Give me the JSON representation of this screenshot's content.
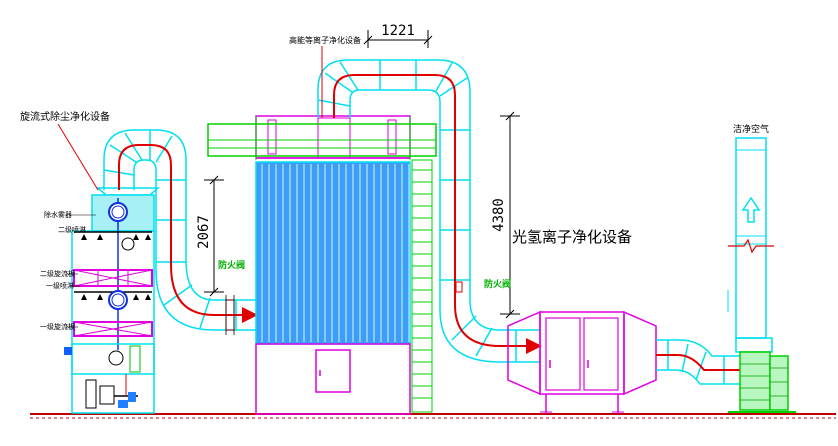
{
  "labels": {
    "cyclone_dust_equipment": "旋流式除尘净化设备",
    "high_energy_ion_equipment": "高能等离子净化设备",
    "photo_hydrogen_ion_equipment": "光氢离子净化设备",
    "clean_air": "洁净空气",
    "demister": "除水雾器",
    "second_spray": "二级喷淋",
    "second_swirl_plate": "二级旋流板",
    "first_spray": "一级喷淋",
    "first_swirl_plate": "一级旋流板",
    "fire_damper_left": "防火阀",
    "fire_damper_right": "防火阀"
  },
  "dimensions": {
    "top_width": "1221",
    "left_height": "2067",
    "right_height": "4380"
  },
  "colors": {
    "duct": "#00e0f0",
    "centerline": "#e00000",
    "structure": "#e000e0",
    "frame": "#00d000",
    "packing": "#40a0ff",
    "ground": "#c00000",
    "dim": "#000000",
    "label_green": "#00b000"
  }
}
